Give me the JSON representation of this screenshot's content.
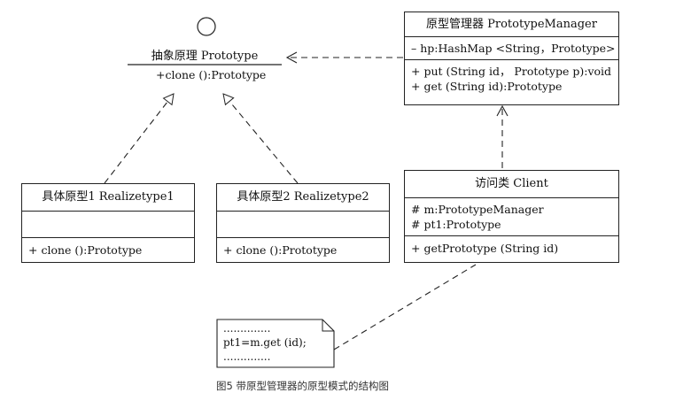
{
  "prototype": {
    "title": "抽象原理 Prototype",
    "methods": [
      "+clone ():Prototype"
    ]
  },
  "manager": {
    "title": "原型管理器 PrototypeManager",
    "attributes": [
      "– hp:HashMap <String，Prototype>"
    ],
    "methods": [
      "+ put (String id， Prototype p):void",
      "+ get (String id):Prototype"
    ]
  },
  "concrete1": {
    "title": "具体原型1 Realizetype1",
    "methods": [
      "+ clone ():Prototype"
    ]
  },
  "concrete2": {
    "title": "具体原型2 Realizetype2",
    "methods": [
      "+ clone ():Prototype"
    ]
  },
  "client": {
    "title": "访问类 Client",
    "attributes": [
      "# m:PrototypeManager",
      "# pt1:Prototype"
    ],
    "methods": [
      "+ getPrototype (String id)"
    ]
  },
  "note": {
    "lines": [
      "..............",
      "pt1=m.get (id);",
      ".............."
    ]
  },
  "caption": "图5 带原型管理器的原型模式的结构图",
  "colors": {
    "line": "#222222",
    "caption": "#333333"
  }
}
